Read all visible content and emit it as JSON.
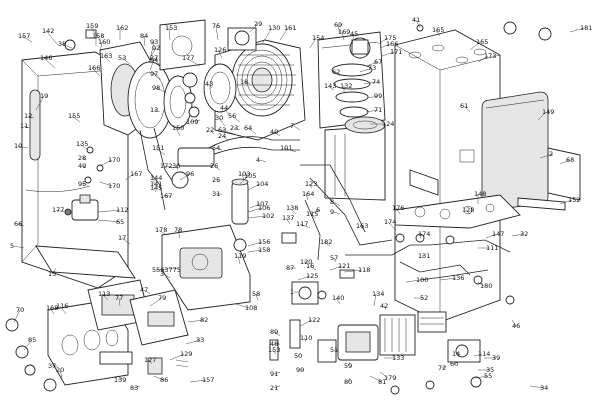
{
  "callouts": [
    {
      "id": "c1",
      "text": "157"
    },
    {
      "id": "c2",
      "text": "142"
    },
    {
      "id": "c3",
      "text": "38"
    },
    {
      "id": "c4",
      "text": "158"
    },
    {
      "id": "c5",
      "text": "159"
    },
    {
      "id": "c6",
      "text": "162"
    },
    {
      "id": "c7",
      "text": "163"
    },
    {
      "id": "c8",
      "text": "84"
    },
    {
      "id": "c9",
      "text": "160"
    },
    {
      "id": "c10",
      "text": "146"
    },
    {
      "id": "c11",
      "text": "166"
    },
    {
      "id": "c12",
      "text": "93"
    },
    {
      "id": "c13",
      "text": "53"
    },
    {
      "id": "c14",
      "text": "92"
    },
    {
      "id": "c15",
      "text": "94"
    },
    {
      "id": "c16",
      "text": "97"
    },
    {
      "id": "c17",
      "text": "98"
    },
    {
      "id": "c18",
      "text": "153"
    },
    {
      "id": "c19",
      "text": "76"
    },
    {
      "id": "c20",
      "text": "126"
    },
    {
      "id": "c21",
      "text": "130"
    },
    {
      "id": "c22",
      "text": "161"
    },
    {
      "id": "c23",
      "text": "177"
    },
    {
      "id": "c24",
      "text": "154"
    },
    {
      "id": "c25",
      "text": "69"
    },
    {
      "id": "c26",
      "text": "41"
    },
    {
      "id": "c27",
      "text": "165"
    },
    {
      "id": "c28",
      "text": "45"
    },
    {
      "id": "c29",
      "text": "165"
    },
    {
      "id": "c30",
      "text": "175"
    },
    {
      "id": "c31",
      "text": "173"
    },
    {
      "id": "c32",
      "text": "166"
    },
    {
      "id": "c33",
      "text": "171"
    },
    {
      "id": "c34",
      "text": "19"
    },
    {
      "id": "c35",
      "text": "11"
    },
    {
      "id": "c36",
      "text": "10"
    },
    {
      "id": "c37",
      "text": "155"
    },
    {
      "id": "c38",
      "text": "135"
    },
    {
      "id": "c39",
      "text": "170"
    },
    {
      "id": "c40",
      "text": "170"
    },
    {
      "id": "c41",
      "text": "167"
    },
    {
      "id": "c42",
      "text": "177"
    },
    {
      "id": "c43",
      "text": "112"
    },
    {
      "id": "c44",
      "text": "65"
    },
    {
      "id": "c45",
      "text": "66"
    },
    {
      "id": "c46",
      "text": "5"
    },
    {
      "id": "c47",
      "text": "15"
    },
    {
      "id": "c48",
      "text": "27"
    },
    {
      "id": "c49",
      "text": "43"
    },
    {
      "id": "c50",
      "text": "44"
    },
    {
      "id": "c51",
      "text": "109"
    },
    {
      "id": "c52",
      "text": "30"
    },
    {
      "id": "c53",
      "text": "22"
    },
    {
      "id": "c54",
      "text": "151"
    },
    {
      "id": "c55",
      "text": "172"
    },
    {
      "id": "c56",
      "text": "96"
    },
    {
      "id": "c57",
      "text": "141"
    },
    {
      "id": "c58",
      "text": "167"
    },
    {
      "id": "c59",
      "text": "150"
    },
    {
      "id": "c60",
      "text": "63"
    },
    {
      "id": "c61",
      "text": "56"
    },
    {
      "id": "c62",
      "text": "64"
    },
    {
      "id": "c63",
      "text": "54"
    },
    {
      "id": "c64",
      "text": "105"
    },
    {
      "id": "c65",
      "text": "104"
    },
    {
      "id": "c66",
      "text": "106"
    },
    {
      "id": "c67",
      "text": "102"
    },
    {
      "id": "c68",
      "text": "164"
    },
    {
      "id": "c69",
      "text": "123"
    },
    {
      "id": "c70",
      "text": "138"
    },
    {
      "id": "c71",
      "text": "137"
    },
    {
      "id": "c72",
      "text": "117"
    },
    {
      "id": "c73",
      "text": "115"
    },
    {
      "id": "c74",
      "text": "163"
    },
    {
      "id": "c75",
      "text": "174"
    },
    {
      "id": "c76",
      "text": "174"
    },
    {
      "id": "c77",
      "text": "148"
    },
    {
      "id": "c78",
      "text": "128"
    },
    {
      "id": "c79",
      "text": "149"
    },
    {
      "id": "c80",
      "text": "68"
    },
    {
      "id": "c81",
      "text": "152"
    },
    {
      "id": "c82",
      "text": "2"
    },
    {
      "id": "c83",
      "text": "61"
    },
    {
      "id": "c84",
      "text": "124"
    },
    {
      "id": "c85",
      "text": "143"
    },
    {
      "id": "c86",
      "text": "101"
    },
    {
      "id": "c87",
      "text": "178"
    },
    {
      "id": "c88",
      "text": "78"
    },
    {
      "id": "c89",
      "text": "5563775"
    },
    {
      "id": "c90",
      "text": "119"
    },
    {
      "id": "c91",
      "text": "108"
    },
    {
      "id": "c92",
      "text": "156"
    },
    {
      "id": "c93",
      "text": "158"
    },
    {
      "id": "c94",
      "text": "118"
    },
    {
      "id": "c95",
      "text": "121"
    },
    {
      "id": "c96",
      "text": "113"
    },
    {
      "id": "c97",
      "text": "116"
    },
    {
      "id": "c98",
      "text": "168"
    },
    {
      "id": "c99",
      "text": "70"
    },
    {
      "id": "c100",
      "text": "85"
    },
    {
      "id": "c101",
      "text": "79"
    },
    {
      "id": "c102",
      "text": "82"
    },
    {
      "id": "c103",
      "text": "33"
    },
    {
      "id": "c104",
      "text": "127"
    },
    {
      "id": "c105",
      "text": "129"
    },
    {
      "id": "c106",
      "text": "86"
    },
    {
      "id": "c107",
      "text": "139"
    },
    {
      "id": "c108",
      "text": "83"
    },
    {
      "id": "c109",
      "text": "157"
    },
    {
      "id": "c110",
      "text": "122"
    },
    {
      "id": "c111",
      "text": "153"
    },
    {
      "id": "c112",
      "text": "91"
    },
    {
      "id": "c113",
      "text": "179"
    },
    {
      "id": "c114",
      "text": "81"
    },
    {
      "id": "c115",
      "text": "134"
    },
    {
      "id": "c116",
      "text": "140"
    },
    {
      "id": "c117",
      "text": "100"
    },
    {
      "id": "c118",
      "text": "136"
    },
    {
      "id": "c119",
      "text": "180"
    },
    {
      "id": "c120",
      "text": "131"
    },
    {
      "id": "c121",
      "text": "111"
    },
    {
      "id": "c122",
      "text": "32"
    },
    {
      "id": "c123",
      "text": "46"
    },
    {
      "id": "c124",
      "text": "34"
    },
    {
      "id": "c125",
      "text": "55"
    },
    {
      "id": "c126",
      "text": "72"
    },
    {
      "id": "c127",
      "text": "14"
    },
    {
      "id": "c128",
      "text": "120"
    },
    {
      "id": "c129",
      "text": "87"
    },
    {
      "id": "c130",
      "text": "125"
    },
    {
      "id": "c131",
      "text": "60"
    },
    {
      "id": "c132",
      "text": "59"
    },
    {
      "id": "c133",
      "text": "1"
    },
    {
      "id": "c134",
      "text": "39"
    },
    {
      "id": "c135",
      "text": "57"
    },
    {
      "id": "c136",
      "text": "35"
    },
    {
      "id": "c137",
      "text": "21"
    },
    {
      "id": "c138",
      "text": "50"
    },
    {
      "id": "c139",
      "text": "89"
    },
    {
      "id": "c140",
      "text": "48"
    },
    {
      "id": "c141",
      "text": "58"
    },
    {
      "id": "c142",
      "text": "90"
    },
    {
      "id": "c143",
      "text": "80"
    },
    {
      "id": "c144",
      "text": "17"
    },
    {
      "id": "c145",
      "text": "29"
    },
    {
      "id": "c146",
      "text": "95"
    },
    {
      "id": "c147",
      "text": "49"
    },
    {
      "id": "c148",
      "text": "28"
    },
    {
      "id": "c149",
      "text": "25"
    },
    {
      "id": "c150",
      "text": "31"
    },
    {
      "id": "c151",
      "text": "26"
    },
    {
      "id": "c152",
      "text": "73"
    },
    {
      "id": "c153",
      "text": "62"
    },
    {
      "id": "c154",
      "text": "67"
    },
    {
      "id": "c155",
      "text": "99"
    },
    {
      "id": "c156",
      "text": "36"
    },
    {
      "id": "c157",
      "text": "74"
    },
    {
      "id": "c158",
      "text": "71"
    },
    {
      "id": "c159",
      "text": "132"
    },
    {
      "id": "c160",
      "text": "12"
    },
    {
      "id": "c161",
      "text": "3"
    },
    {
      "id": "c162",
      "text": "51"
    },
    {
      "id": "c163",
      "text": "133"
    },
    {
      "id": "c164",
      "text": "110"
    },
    {
      "id": "c165",
      "text": "114"
    },
    {
      "id": "c166",
      "text": "147"
    },
    {
      "id": "c167",
      "text": "52"
    },
    {
      "id": "c168",
      "text": "23"
    },
    {
      "id": "c169",
      "text": "24"
    },
    {
      "id": "c170",
      "text": "37"
    },
    {
      "id": "c171",
      "text": "47"
    },
    {
      "id": "c172",
      "text": "42"
    },
    {
      "id": "c173",
      "text": "40"
    },
    {
      "id": "c174",
      "text": "8"
    },
    {
      "id": "c175",
      "text": "9"
    },
    {
      "id": "c176",
      "text": "7"
    },
    {
      "id": "c177",
      "text": "18"
    },
    {
      "id": "c178",
      "text": "13"
    },
    {
      "id": "c179",
      "text": "16"
    },
    {
      "id": "c180",
      "text": "20"
    },
    {
      "id": "c181",
      "text": "6"
    },
    {
      "id": "c182",
      "text": "4"
    },
    {
      "id": "c183",
      "text": "77"
    },
    {
      "id": "c184",
      "text": "103"
    },
    {
      "id": "c185",
      "text": "107"
    },
    {
      "id": "c186",
      "text": "144"
    },
    {
      "id": "c187",
      "text": "145"
    },
    {
      "id": "c188",
      "text": "169"
    },
    {
      "id": "c189",
      "text": "176"
    },
    {
      "id": "c190",
      "text": "181"
    },
    {
      "id": "c191",
      "text": "182"
    }
  ]
}
